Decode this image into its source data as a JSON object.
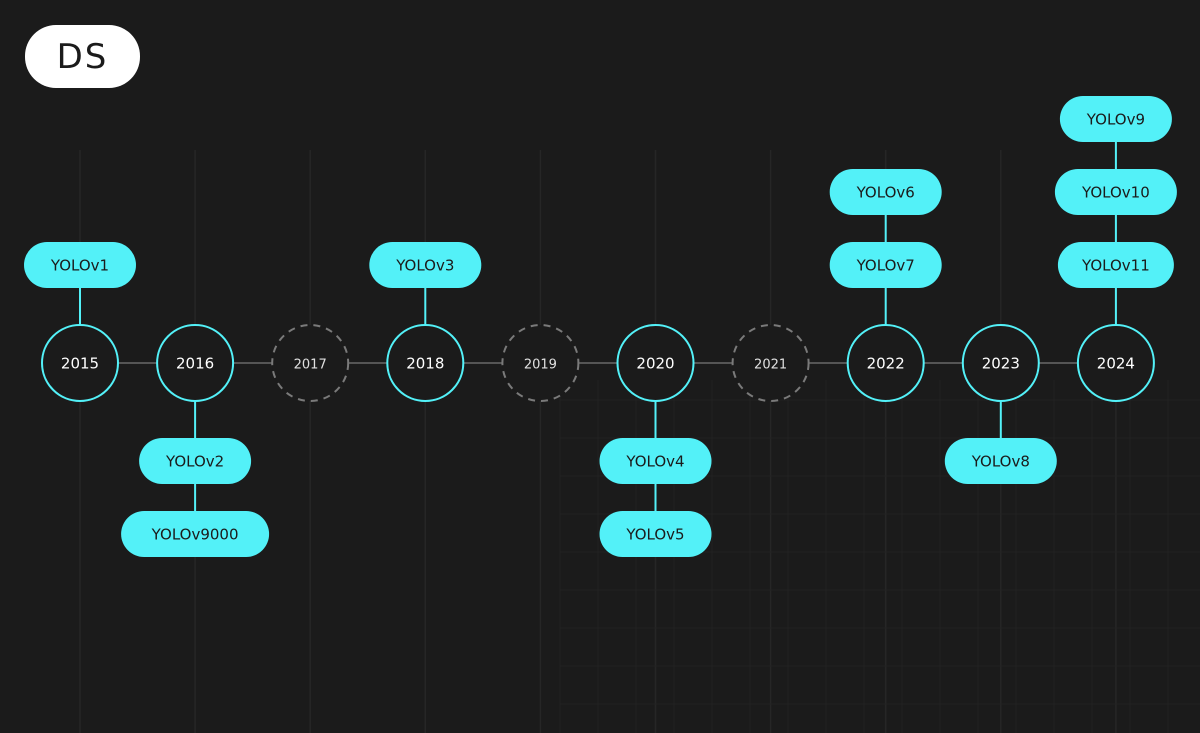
{
  "logo": {
    "text": "DS"
  },
  "colors": {
    "background": "#1b1b1b",
    "accent": "#53f1f8",
    "connector": "#555555",
    "dashed": "#7a7a7a",
    "node_fill": "#1b1b1b"
  },
  "timeline": {
    "years": [
      {
        "label": "2015",
        "active": true,
        "above": [
          "YOLOv1"
        ],
        "below": []
      },
      {
        "label": "2016",
        "active": true,
        "above": [],
        "below": [
          "YOLOv2",
          "YOLOv9000"
        ]
      },
      {
        "label": "2017",
        "active": false,
        "above": [],
        "below": []
      },
      {
        "label": "2018",
        "active": true,
        "above": [
          "YOLOv3"
        ],
        "below": []
      },
      {
        "label": "2019",
        "active": false,
        "above": [],
        "below": []
      },
      {
        "label": "2020",
        "active": true,
        "above": [],
        "below": [
          "YOLOv4",
          "YOLOv5"
        ]
      },
      {
        "label": "2021",
        "active": false,
        "above": [],
        "below": []
      },
      {
        "label": "2022",
        "active": true,
        "above": [
          "YOLOv7",
          "YOLOv6"
        ],
        "below": []
      },
      {
        "label": "2023",
        "active": true,
        "above": [],
        "below": [
          "YOLOv8"
        ]
      },
      {
        "label": "2024",
        "active": true,
        "above": [
          "YOLOv11",
          "YOLOv10",
          "YOLOv9"
        ],
        "below": []
      }
    ]
  }
}
